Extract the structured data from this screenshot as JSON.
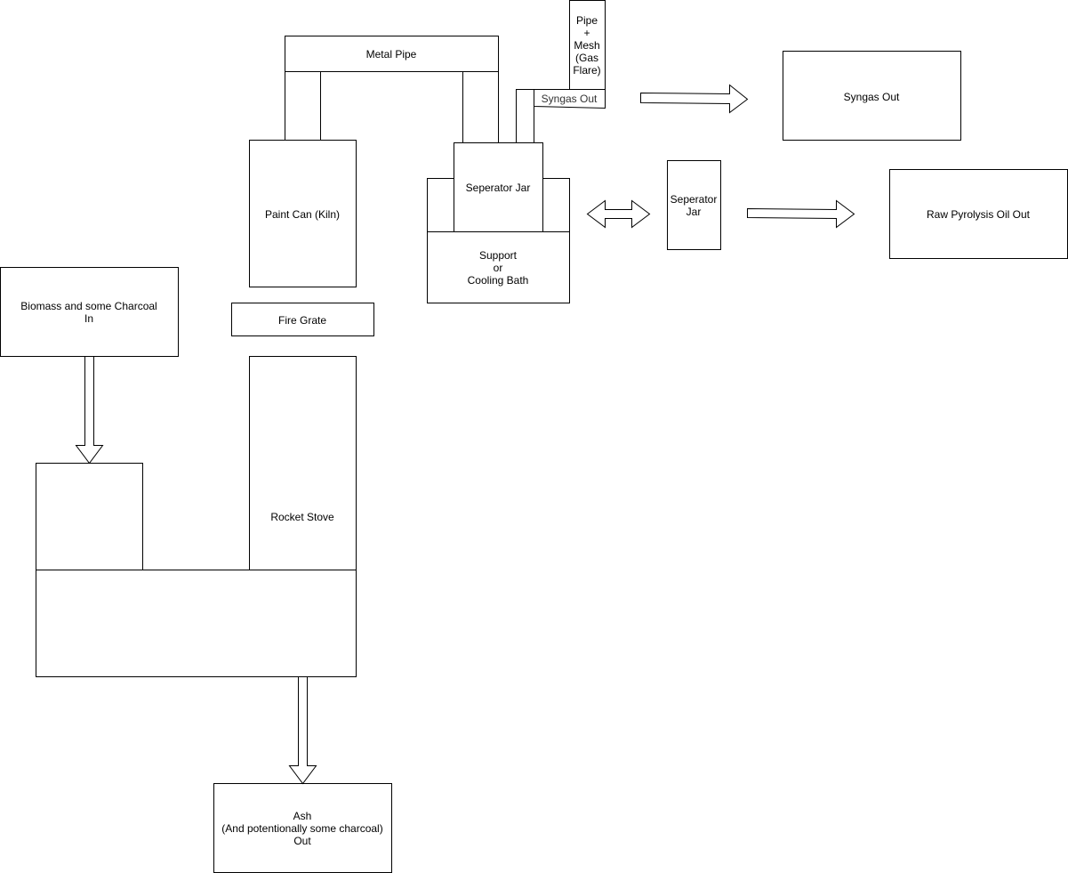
{
  "diagram": {
    "colors": {
      "stroke": "#000000",
      "fill": "#ffffff",
      "text": "#000000"
    },
    "labels": {
      "metal_pipe": "Metal Pipe",
      "pipe_mesh": [
        "Pipe",
        "+",
        "Mesh",
        "(Gas",
        "Flare)"
      ],
      "syngas_out_tag": "Syngas Out",
      "syngas_out": "Syngas Out",
      "paint_can": "Paint Can (Kiln)",
      "separator_jar_main": "Seperator Jar",
      "support": [
        "Support",
        "or",
        "Cooling Bath"
      ],
      "separator_jar_side": [
        "Seperator",
        "Jar"
      ],
      "raw_pyrolysis": "Raw Pyrolysis Oil Out",
      "biomass_in": [
        "Biomass and some Charcoal",
        "In"
      ],
      "fire_grate": "Fire Grate",
      "rocket_stove": "Rocket Stove",
      "ash_out": [
        "Ash",
        "(And potentionally some charcoal)",
        "Out"
      ]
    }
  }
}
